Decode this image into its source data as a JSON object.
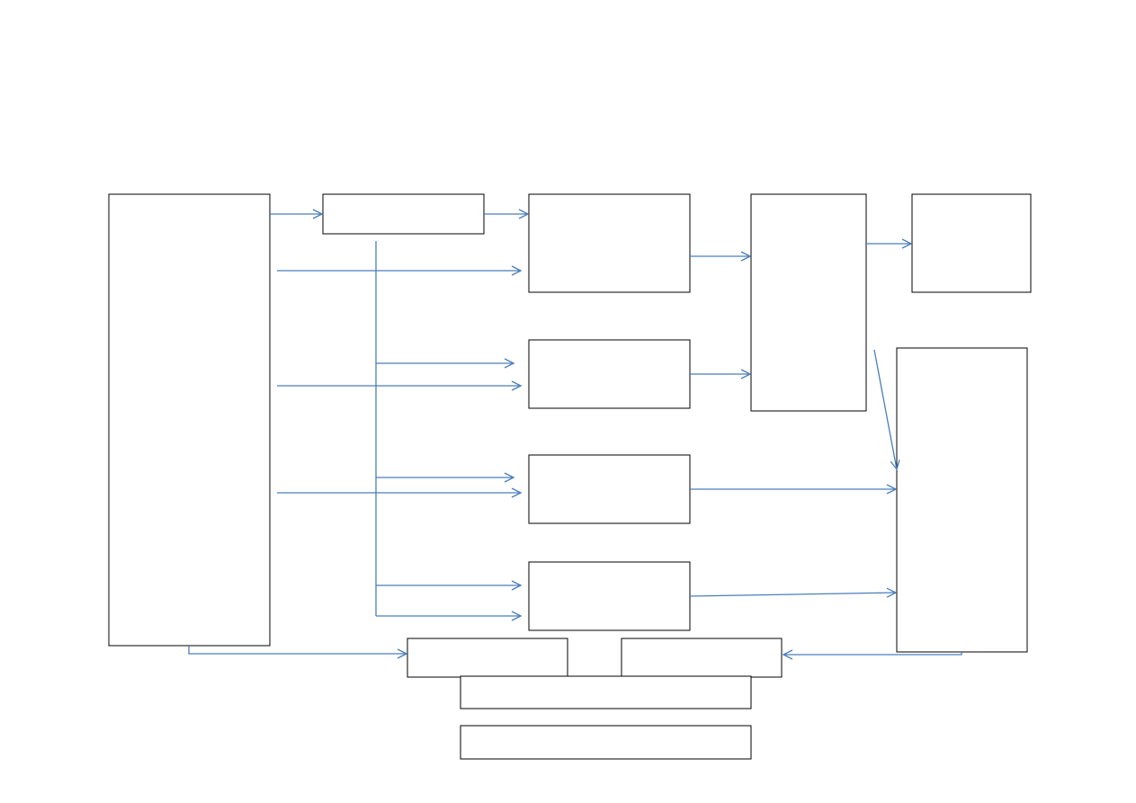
{
  "diagram": {
    "edge_color": "#4a7ebb",
    "node_border_color": "#000000",
    "background": "#ffffff",
    "nodes": [
      {
        "id": "left-column",
        "label": ""
      },
      {
        "id": "top-box",
        "label": ""
      },
      {
        "id": "mid-box-1",
        "label": ""
      },
      {
        "id": "mid-box-2",
        "label": ""
      },
      {
        "id": "mid-box-3",
        "label": ""
      },
      {
        "id": "mid-box-4",
        "label": ""
      },
      {
        "id": "tall-center-box",
        "label": ""
      },
      {
        "id": "top-right-box",
        "label": ""
      },
      {
        "id": "right-column",
        "label": ""
      },
      {
        "id": "bottom-left-box",
        "label": ""
      },
      {
        "id": "bottom-right-box",
        "label": ""
      },
      {
        "id": "bottom-wide-box-1",
        "label": ""
      },
      {
        "id": "bottom-wide-box-2",
        "label": ""
      }
    ],
    "edges": [
      {
        "id": "left-to-top",
        "from": "left-column",
        "to": "top-box"
      },
      {
        "id": "top-to-mid1",
        "from": "top-box",
        "to": "mid-box-1"
      },
      {
        "id": "left-to-mid1",
        "from": "left-column",
        "to": "mid-box-1"
      },
      {
        "id": "trunk-to-mid2",
        "from": "top-box",
        "to": "mid-box-2"
      },
      {
        "id": "left-to-mid2",
        "from": "left-column",
        "to": "mid-box-2"
      },
      {
        "id": "trunk-to-mid3",
        "from": "top-box",
        "to": "mid-box-3"
      },
      {
        "id": "left-to-mid3",
        "from": "left-column",
        "to": "mid-box-3"
      },
      {
        "id": "trunk-to-mid4-a",
        "from": "top-box",
        "to": "mid-box-4"
      },
      {
        "id": "trunk-to-mid4-b",
        "from": "top-box",
        "to": "mid-box-4"
      },
      {
        "id": "mid1-to-tall",
        "from": "mid-box-1",
        "to": "tall-center-box"
      },
      {
        "id": "mid2-to-tall",
        "from": "mid-box-2",
        "to": "tall-center-box"
      },
      {
        "id": "tall-to-topright",
        "from": "tall-center-box",
        "to": "top-right-box"
      },
      {
        "id": "tall-to-right",
        "from": "tall-center-box",
        "to": "right-column"
      },
      {
        "id": "mid3-to-right",
        "from": "mid-box-3",
        "to": "right-column"
      },
      {
        "id": "mid4-to-right",
        "from": "mid-box-4",
        "to": "right-column"
      },
      {
        "id": "left-to-bottomleft",
        "from": "left-column",
        "to": "bottom-left-box"
      },
      {
        "id": "right-to-bottomright",
        "from": "right-column",
        "to": "bottom-right-box"
      }
    ]
  }
}
